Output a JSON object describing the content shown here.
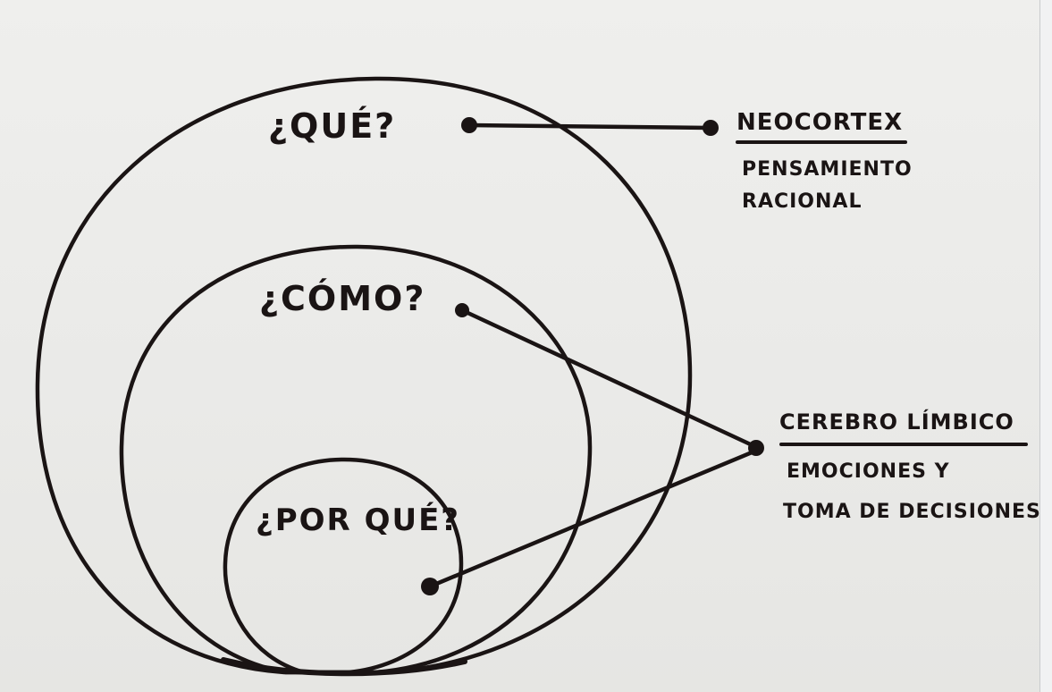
{
  "diagram": {
    "type": "nested-circles-hand-drawn",
    "colors": {
      "ink": "#1a1414",
      "paper": "#ececea"
    },
    "questions": [
      {
        "id": "what",
        "label": "¿QUÉ?"
      },
      {
        "id": "how",
        "label": "¿CÓMO?"
      },
      {
        "id": "why",
        "label": "¿POR QUÉ?"
      }
    ],
    "labels": {
      "neocortex": {
        "title": "NEOCORTEX",
        "desc_line1": "PENSAMIENTO",
        "desc_line2": "RACIONAL"
      },
      "limbic": {
        "title": "CEREBRO LÍMBICO",
        "desc_line1": "EMOCIONES Y",
        "desc_line2": "TOMA DE DECISIONES"
      }
    },
    "connections": [
      {
        "from": "what",
        "to": "neocortex"
      },
      {
        "from": "how",
        "to": "limbic"
      },
      {
        "from": "why",
        "to": "limbic"
      }
    ]
  }
}
